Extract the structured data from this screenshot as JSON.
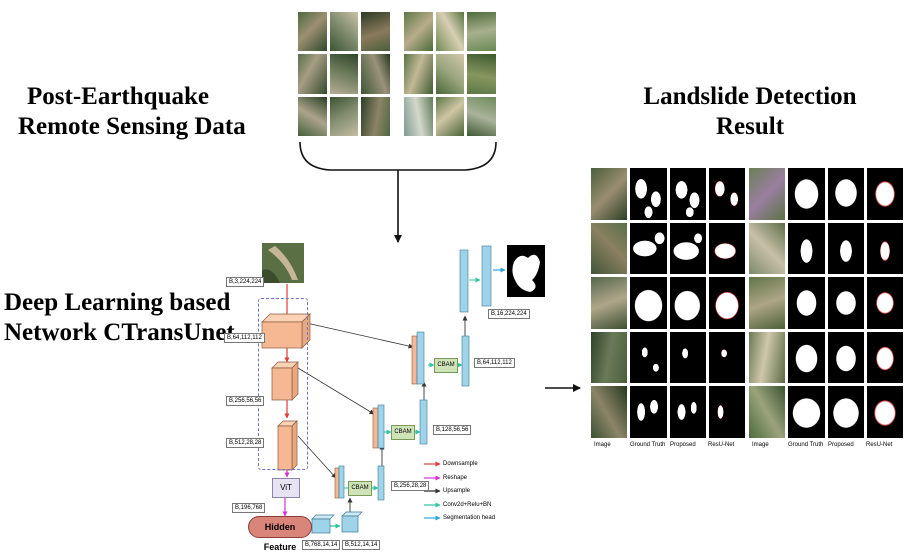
{
  "titles": {
    "post_earthquake": [
      "Post-Earthquake",
      "Remote Sensing Data"
    ],
    "landslide_result": [
      "Landslide Detection",
      "Result"
    ],
    "network": [
      "Deep Learning based",
      "Network CTransUnet"
    ]
  },
  "encoder_tags": [
    "B,3,224,224",
    "B,64,112,112",
    "B,256,56,56",
    "B,512,28,28",
    "B,196,768"
  ],
  "bottleneck_tags": [
    "B,768,14,14",
    "B,512,14,14"
  ],
  "decoder_tags": [
    "B,256,28,28",
    "B,128,56,56",
    "B,64,112,112",
    "B,16,224,224"
  ],
  "blocks": {
    "vit": "ViT",
    "hidden_feature": "Hidden Feature",
    "cbam": "CBAM"
  },
  "legend": [
    {
      "label": "Downsample",
      "color": "#e53935"
    },
    {
      "label": "Reshape",
      "color": "#d633d6"
    },
    {
      "label": "Upsample",
      "color": "#222222"
    },
    {
      "label": "Conv2d+Relu+BN",
      "color": "#2ec4a0"
    },
    {
      "label": "Segmentation head",
      "color": "#2aa7e0"
    }
  ],
  "result_columns": [
    "Image",
    "Ground Truth",
    "Proposed",
    "ResU-Net",
    "Image",
    "Ground Truth",
    "Proposed",
    "ResU-Net"
  ]
}
